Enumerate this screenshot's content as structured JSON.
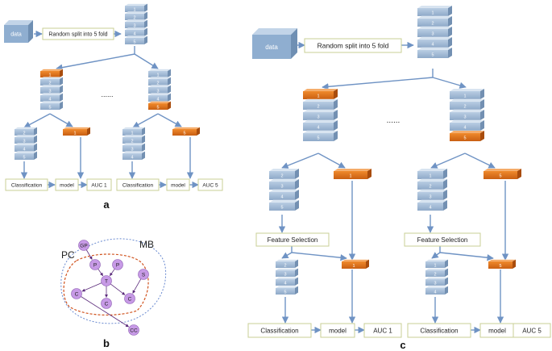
{
  "panel_a": {
    "data_label": "data",
    "split_label": "Random split into 5 fold",
    "ellipsis": "......",
    "stack_numbers": [
      "1",
      "2",
      "3",
      "4",
      "5"
    ],
    "left_train_numbers": [
      "2",
      "3",
      "4",
      "5"
    ],
    "left_test_number": "1",
    "right_train_numbers": [
      "1",
      "2",
      "3",
      "4"
    ],
    "right_test_number": "5",
    "classification_label": "Classification",
    "model_label": "model",
    "auc_left": "AUC 1",
    "auc_right": "AUC 5",
    "panel_letter": "a"
  },
  "panel_b": {
    "mb_label": "MB",
    "pc_label": "PC",
    "nodes": {
      "gp": "GP",
      "p1": "P",
      "p2": "P",
      "t": "T",
      "s": "S",
      "c1": "C",
      "c2": "C",
      "c3": "C",
      "cc": "CC"
    },
    "panel_letter": "b"
  },
  "panel_c": {
    "data_label": "data",
    "split_label": "Random split into 5 fold",
    "ellipsis": "......",
    "stack_numbers": [
      "1",
      "2",
      "3",
      "4",
      "5"
    ],
    "left_train_numbers": [
      "2",
      "3",
      "4",
      "5"
    ],
    "left_test_number": "1",
    "right_train_numbers": [
      "1",
      "2",
      "3",
      "4"
    ],
    "right_test_number": "5",
    "feature_selection_label": "Feature Selection",
    "classification_label": "Classification",
    "model_label": "model",
    "auc_left": "AUC 1",
    "auc_right": "AUC 5",
    "panel_letter": "c"
  },
  "colors": {
    "blue_block": "#9fb7d3",
    "orange_block": "#e2761d",
    "data_box": "#8faed0",
    "arrow": "#6f93c4",
    "node": "#c79ae6",
    "mb_outline": "#6a8ad0",
    "pc_outline": "#d0531e"
  }
}
